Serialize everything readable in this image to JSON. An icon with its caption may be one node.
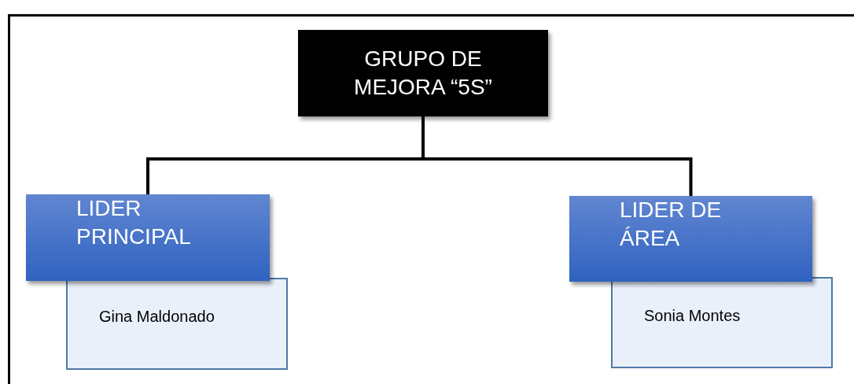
{
  "diagram": {
    "nodes": [
      {
        "text": [
          "GRUPO DE MEJORA “5S”"
        ]
      },
      {
        "text": [
          "LIDER PRINCIPAL"
        ]
      },
      {
        "text": [
          "Gina Maldonado"
        ]
      },
      {
        "text": [
          "LIDER DE ÁREA"
        ]
      },
      {
        "text": [
          "Sonia Montes"
        ]
      }
    ],
    "edges": [
      {
        "from": 0,
        "to": 1,
        "arrow": "none"
      },
      {
        "from": 0,
        "to": 3,
        "arrow": "none"
      }
    ]
  }
}
